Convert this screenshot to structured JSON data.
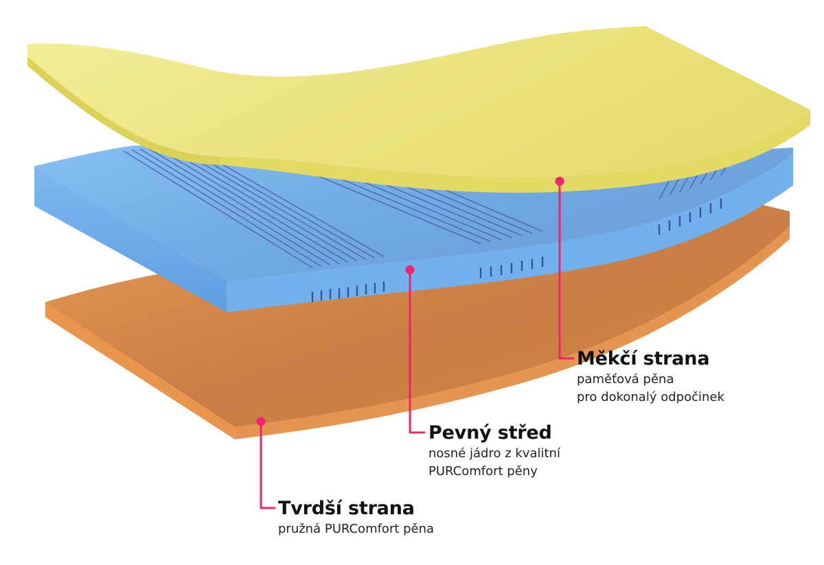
{
  "colors": {
    "soft_layer": "#EFEA8E",
    "soft_layer_edge": "#D9D057",
    "core_layer": "#79B6EE",
    "core_layer_edge": "#5D9FE0",
    "groove": "#3B4FA0",
    "hard_layer": "#D88A48",
    "hard_layer_edge": "#E5944C",
    "callout": "#F0246E",
    "text": "#111111"
  },
  "callouts": {
    "soft": {
      "title": "Měkčí strana",
      "lines": [
        "paměťová pěna",
        "pro dokonalý odpočinek"
      ]
    },
    "core": {
      "title": "Pevný střed",
      "lines": [
        "nosné jádro z kvalitní",
        "PURComfort pěny"
      ]
    },
    "hard": {
      "title": "Tvrdší strana",
      "lines": [
        "pružná PURComfort pěna"
      ]
    }
  }
}
